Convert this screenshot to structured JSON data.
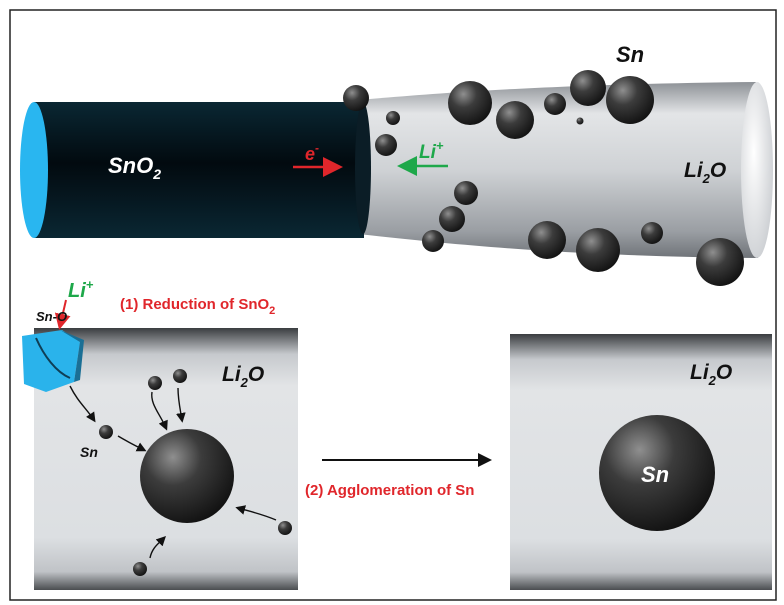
{
  "top": {
    "sno2_label": {
      "base": "SnO",
      "sub": "2"
    },
    "electron_label": {
      "base": "e",
      "sup": "-"
    },
    "li_ion_label": {
      "base": "Li",
      "sup": "+"
    },
    "sn_label": "Sn",
    "li2o_label": {
      "base": "Li",
      "sub": "2",
      "tail": "O"
    }
  },
  "bottom_left": {
    "li_ion_label": {
      "base": "Li",
      "sup": "+"
    },
    "sn_o_label": "Sn-O",
    "step1_label": {
      "base": "(1) Reduction of SnO",
      "sub": "2"
    },
    "li2o_label": {
      "base": "Li",
      "sub": "2",
      "tail": "O"
    },
    "sn_small_label": "Sn"
  },
  "middle": {
    "step2_label": "(2) Agglomeration of Sn"
  },
  "bottom_right": {
    "li2o_label": {
      "base": "Li",
      "sub": "2",
      "tail": "O"
    },
    "sn_large_label": "Sn"
  },
  "colors": {
    "text_red": "#e0262b",
    "text_green": "#1ea84a",
    "rod_cyan": "#29b6f0",
    "sphere_dark": "#2b2b2b"
  }
}
